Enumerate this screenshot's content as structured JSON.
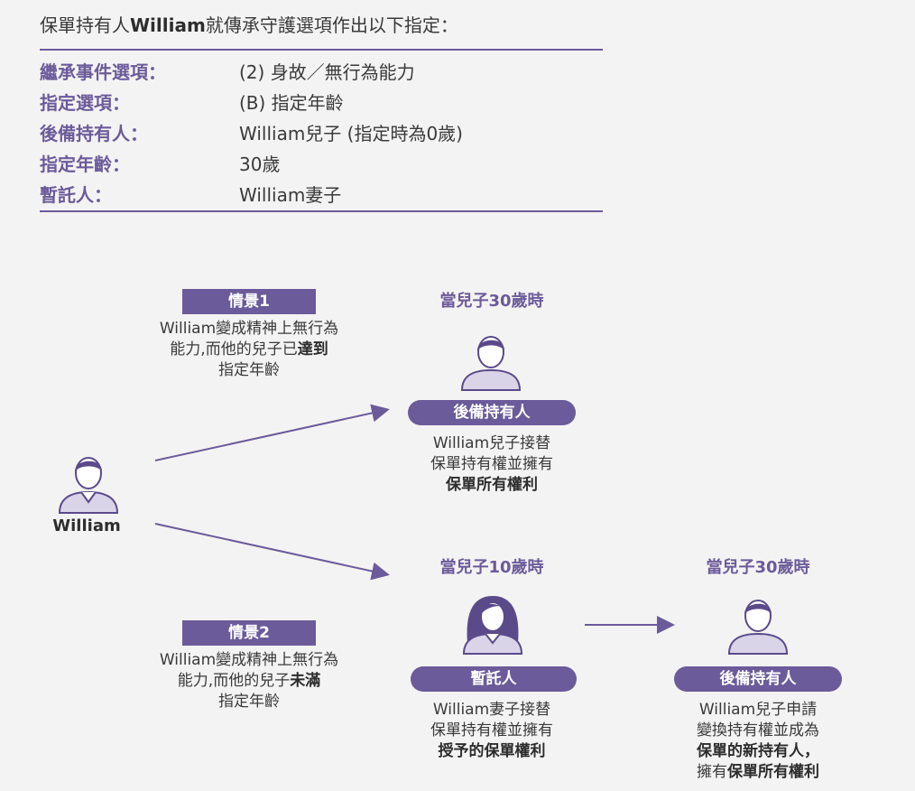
{
  "intro": {
    "prefix": "保單持有人",
    "name": "William",
    "suffix": "就傳承守護選項作出以下指定："
  },
  "settings": [
    {
      "label": "繼承事件選項：",
      "value": "(2) 身故／無行為能力"
    },
    {
      "label": "指定選項：",
      "value": "(B) 指定年齡"
    },
    {
      "label": "後備持有人：",
      "value": "William兒子 (指定時為0歲)"
    },
    {
      "label": "指定年齡：",
      "value": "30歲"
    },
    {
      "label": "暫託人：",
      "value": "William妻子"
    }
  ],
  "origin": {
    "label": "William"
  },
  "scenario1": {
    "tag": "情景1",
    "line1": "William變成精神上無行為",
    "line2_pre": "能力,而他的兒子已",
    "line2_bold": "達到",
    "line3": "指定年齡"
  },
  "scenario2": {
    "tag": "情景2",
    "line1": "William變成精神上無行為",
    "line2_pre": "能力,而他的兒子",
    "line2_bold": "未滿",
    "line3": "指定年齡"
  },
  "outcome1": {
    "when": "當兒子30歲時",
    "role": "後備持有人",
    "line1": "William兒子接替",
    "line2": "保單持有權並擁有",
    "line3_bold": "保單所有權利"
  },
  "outcome2": {
    "when": "當兒子10歲時",
    "role": "暫託人",
    "line1": "William妻子接替",
    "line2": "保單持有權並擁有",
    "line3_bold": "授予的保單權利"
  },
  "outcome3": {
    "when": "當兒子30歲時",
    "role": "後備持有人",
    "line1": "William兒子申請",
    "line2": "變換持有權並成為",
    "line3_bold": "保單的新持有人，",
    "line4_pre": "擁有",
    "line4_bold": "保單所有權利"
  },
  "colors": {
    "accent": "#6b5b9a",
    "background": "#f4f3f3",
    "icon_fill": "#d9d4e8",
    "icon_stroke": "#5a4a8a"
  }
}
